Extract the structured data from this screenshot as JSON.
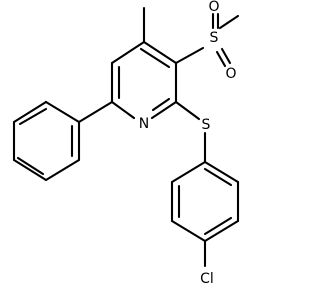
{
  "molecule": {
    "atoms": {
      "sulfone_s": "S",
      "sulfone_o_upper": "O",
      "sulfone_o_lower": "O",
      "ring_n": "N",
      "thioether_s": "S",
      "chlorine": "Cl"
    }
  }
}
